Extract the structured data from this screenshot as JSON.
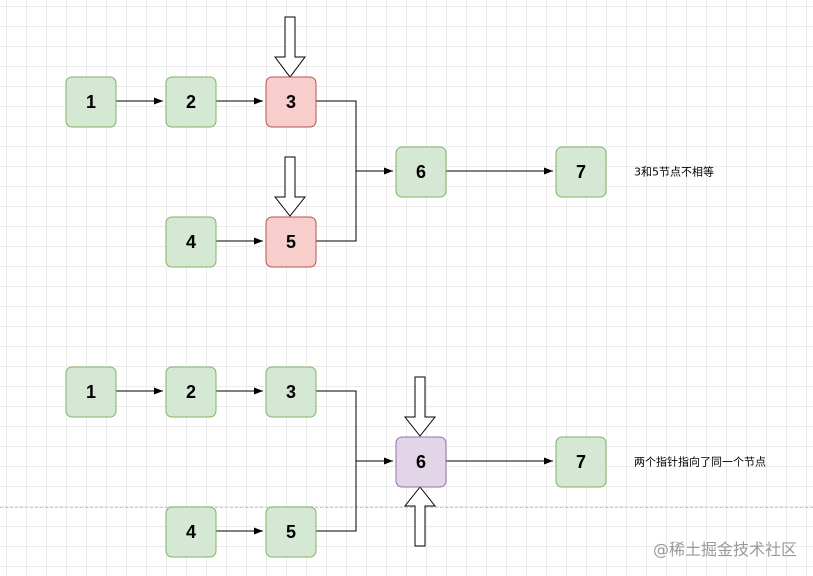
{
  "colors": {
    "green_fill": "#d5e8d4",
    "green_stroke": "#82b366",
    "red_fill": "#f8cecc",
    "red_stroke": "#b85450",
    "purple_fill": "#e1d5e7",
    "purple_stroke": "#9673a6",
    "edge": "#000000"
  },
  "diagram1": {
    "nodes": [
      "1",
      "2",
      "3",
      "4",
      "5",
      "6",
      "7"
    ],
    "annotation": "3和5节点不相等"
  },
  "diagram2": {
    "nodes": [
      "1",
      "2",
      "3",
      "4",
      "5",
      "6",
      "7"
    ],
    "annotation": "两个指针指向了同一个节点"
  },
  "watermark": "@稀土掘金技术社区"
}
